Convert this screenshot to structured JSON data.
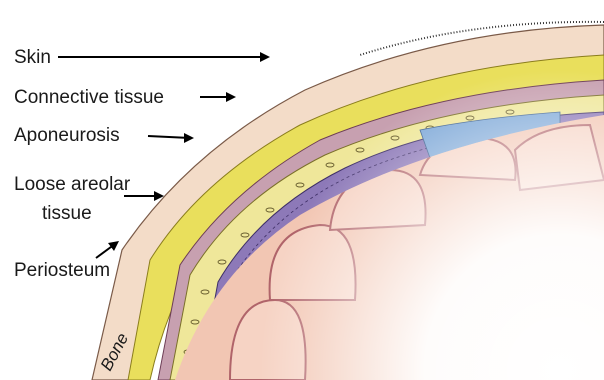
{
  "labels": {
    "skin": "Skin",
    "connective": "Connective tissue",
    "aponeurosis": "Aponeurosis",
    "loose_line1": "Loose areolar",
    "loose_line2": "tissue",
    "periosteum": "Periosteum",
    "bone": "Bone"
  },
  "colors": {
    "skin": "#f3dcc8",
    "connective": "#e9df5c",
    "aponeurosis": "#b77d8e",
    "loose": "#e8e4de",
    "periosteum": "#ece7e0",
    "bone": "#efe79a",
    "dura": "#6f5aa0",
    "csf": "#7fa9d8",
    "brain": "#f2c6b3",
    "ink": "#1a1a1a"
  }
}
